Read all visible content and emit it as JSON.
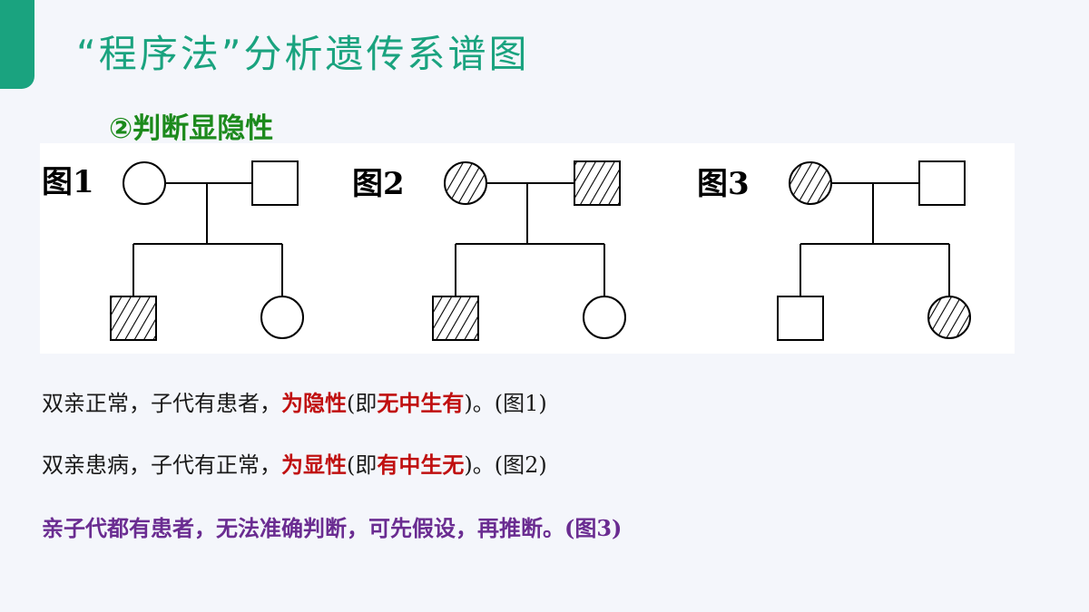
{
  "slide": {
    "title": "“程序法”分析遗传系谱图",
    "subtitle": "②判断显隐性"
  },
  "figures": [
    {
      "label": "图1",
      "parents": [
        {
          "sex": "female",
          "affected": false
        },
        {
          "sex": "male",
          "affected": false
        }
      ],
      "children": [
        {
          "sex": "male",
          "affected": true
        },
        {
          "sex": "female",
          "affected": false
        }
      ]
    },
    {
      "label": "图2",
      "parents": [
        {
          "sex": "female",
          "affected": true
        },
        {
          "sex": "male",
          "affected": true
        }
      ],
      "children": [
        {
          "sex": "male",
          "affected": true
        },
        {
          "sex": "female",
          "affected": false
        }
      ]
    },
    {
      "label": "图3",
      "parents": [
        {
          "sex": "female",
          "affected": true
        },
        {
          "sex": "male",
          "affected": false
        }
      ],
      "children": [
        {
          "sex": "male",
          "affected": false
        },
        {
          "sex": "female",
          "affected": true
        }
      ]
    }
  ],
  "statements": [
    {
      "pre": "双亲正常，子代有患者，",
      "hl1": "为隐性",
      "mid": "(即",
      "hl2": "无中生有",
      "post": ")。(图1)"
    },
    {
      "pre": "双亲患病，子代有正常，",
      "hl1": "为显性",
      "mid": "(即",
      "hl2": "有中生无",
      "post": ")。(图2)"
    },
    {
      "text": "亲子代都有患者，无法准确判断，可先假设，再推断。(图3)"
    }
  ],
  "colors": {
    "accent": "#1aa37f",
    "subtitle": "#1c8a1c",
    "highlight": "#c01010",
    "conclusion": "#6a2c91"
  }
}
